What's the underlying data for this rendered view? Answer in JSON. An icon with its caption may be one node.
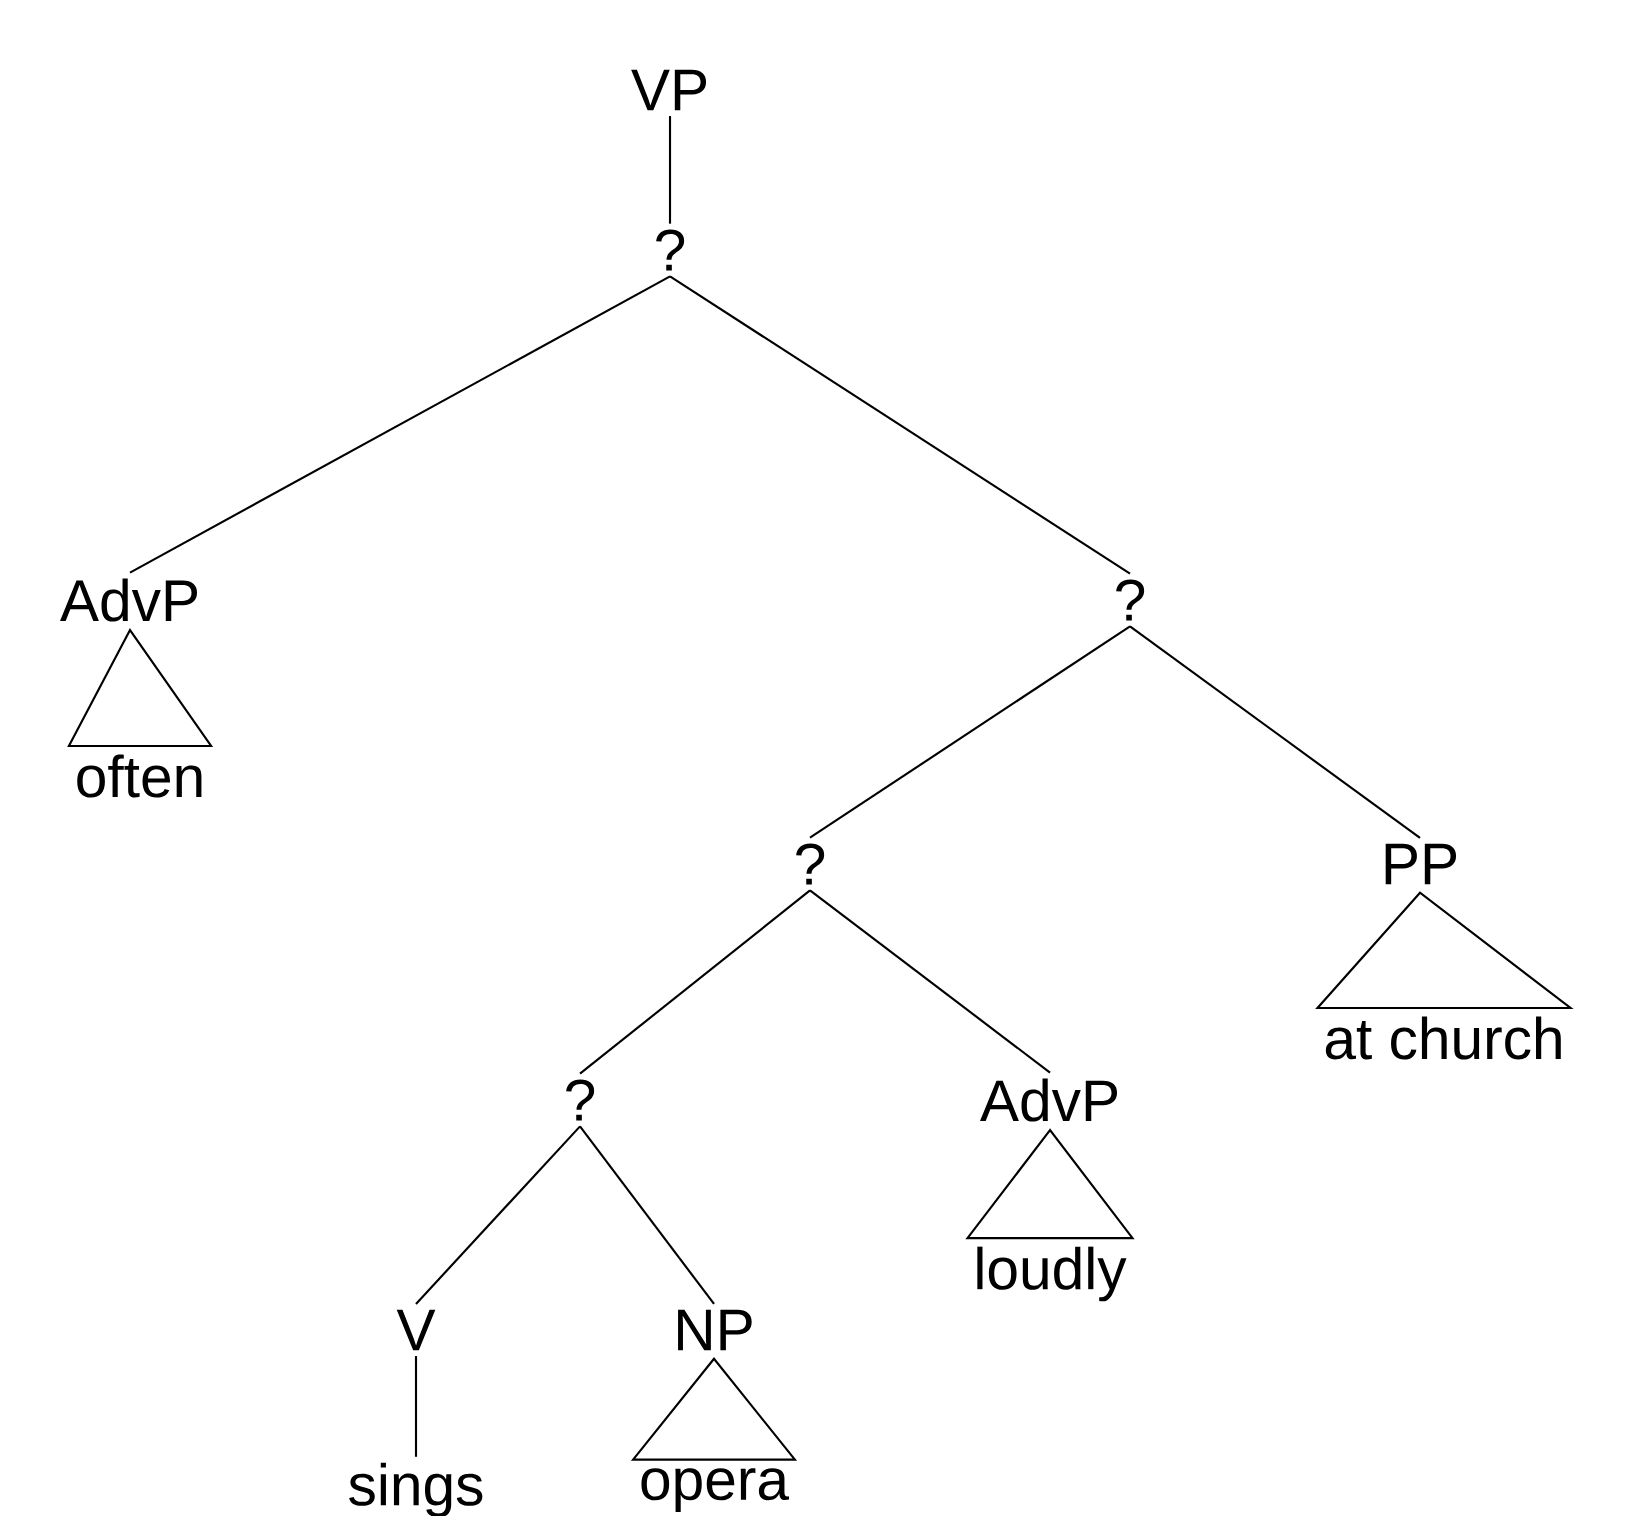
{
  "diagram": {
    "nodes": [
      {
        "text": [
          "VP"
        ]
      },
      {
        "text": [
          "?"
        ]
      },
      {
        "text": [
          "AdvP"
        ]
      },
      {
        "text": [
          "often"
        ]
      },
      {
        "text": [
          "?"
        ]
      },
      {
        "text": [
          "?"
        ]
      },
      {
        "text": [
          "PP"
        ]
      },
      {
        "text": [
          "at church"
        ]
      },
      {
        "text": [
          "?"
        ]
      },
      {
        "text": [
          "AdvP"
        ]
      },
      {
        "text": [
          "loudly"
        ]
      },
      {
        "text": [
          "V"
        ]
      },
      {
        "text": [
          "NP"
        ]
      },
      {
        "text": [
          "sings"
        ]
      },
      {
        "text": [
          "opera"
        ]
      }
    ],
    "edges": [
      {
        "from": 0,
        "to": 1,
        "arrow": "none"
      },
      {
        "from": 1,
        "to": 2,
        "arrow": "none"
      },
      {
        "from": 1,
        "to": 4,
        "arrow": "none"
      },
      {
        "from": 2,
        "to": 3,
        "arrow": "none"
      },
      {
        "from": 4,
        "to": 5,
        "arrow": "none"
      },
      {
        "from": 4,
        "to": 6,
        "arrow": "none"
      },
      {
        "from": 6,
        "to": 7,
        "arrow": "none"
      },
      {
        "from": 5,
        "to": 8,
        "arrow": "none"
      },
      {
        "from": 5,
        "to": 9,
        "arrow": "none"
      },
      {
        "from": 9,
        "to": 10,
        "arrow": "none"
      },
      {
        "from": 8,
        "to": 11,
        "arrow": "none"
      },
      {
        "from": 8,
        "to": 12,
        "arrow": "none"
      },
      {
        "from": 11,
        "to": 13,
        "arrow": "none"
      },
      {
        "from": 12,
        "to": 14,
        "arrow": "none"
      }
    ]
  }
}
